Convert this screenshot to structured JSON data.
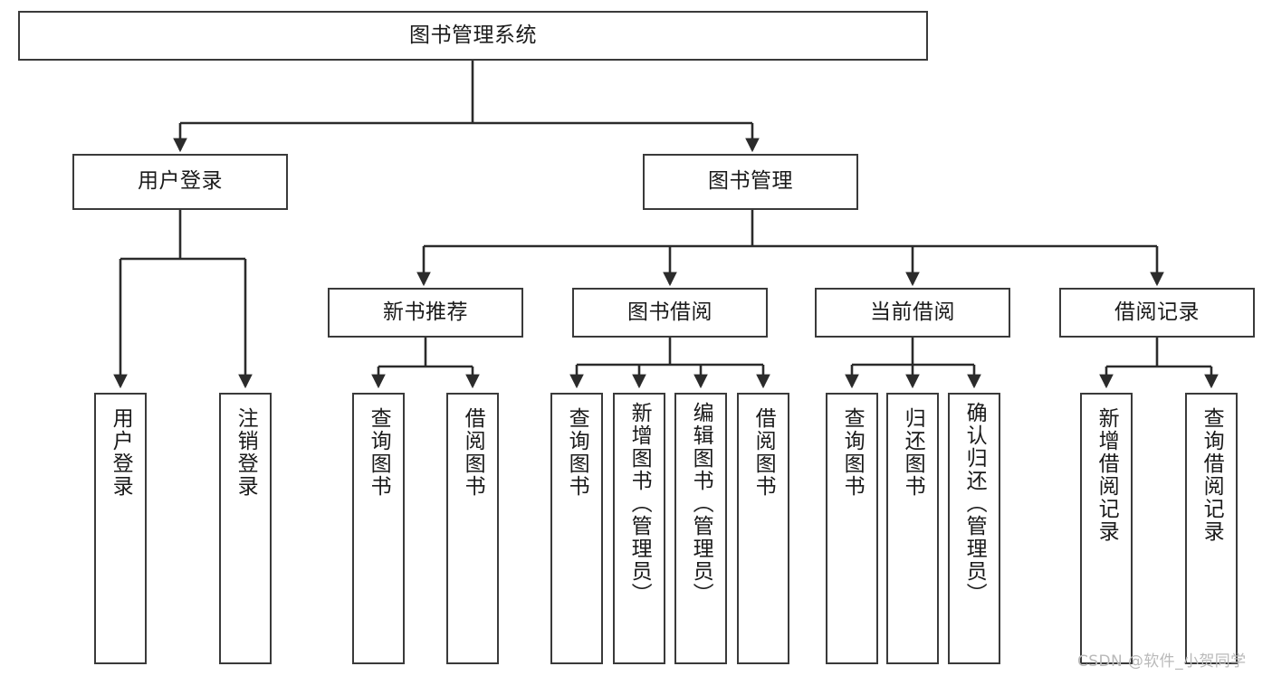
{
  "diagram": {
    "title": "图书管理系统",
    "type": "tree",
    "watermark": "CSDN @软件_小贺同学",
    "colors": {
      "box_border": "#3a3a3a",
      "box_fill": "#ffffff",
      "edge": "#2b2b2b",
      "text": "#1a1a1a",
      "watermark": "#b9b9b9"
    },
    "nodes": {
      "root": {
        "label": "图书管理系统"
      },
      "level1": [
        {
          "id": "user_login",
          "label": "用户登录"
        },
        {
          "id": "book_mgmt",
          "label": "图书管理"
        }
      ],
      "level2": [
        {
          "id": "new_book_rec",
          "label": "新书推荐"
        },
        {
          "id": "book_borrow",
          "label": "图书借阅"
        },
        {
          "id": "current_borrow",
          "label": "当前借阅"
        },
        {
          "id": "borrow_record",
          "label": "借阅记录"
        }
      ],
      "leaves": {
        "user_login": [
          {
            "id": "leaf_user_login",
            "label": "用户登录"
          },
          {
            "id": "leaf_logout",
            "label": "注销登录"
          }
        ],
        "new_book_rec": [
          {
            "id": "leaf_query_book_1",
            "label": "查询图书"
          },
          {
            "id": "leaf_borrow_book_1",
            "label": "借阅图书"
          }
        ],
        "book_borrow": [
          {
            "id": "leaf_query_book_2",
            "label": "查询图书"
          },
          {
            "id": "leaf_add_book",
            "label": "新增图书（管理员）"
          },
          {
            "id": "leaf_edit_book",
            "label": "编辑图书（管理员）"
          },
          {
            "id": "leaf_borrow_book_2",
            "label": "借阅图书"
          }
        ],
        "current_borrow": [
          {
            "id": "leaf_query_book_3",
            "label": "查询图书"
          },
          {
            "id": "leaf_return_book",
            "label": "归还图书"
          },
          {
            "id": "leaf_confirm_return",
            "label": "确认归还（管理员）"
          }
        ],
        "borrow_record": [
          {
            "id": "leaf_add_record",
            "label": "新增借阅记录"
          },
          {
            "id": "leaf_query_record",
            "label": "查询借阅记录"
          }
        ]
      }
    }
  }
}
